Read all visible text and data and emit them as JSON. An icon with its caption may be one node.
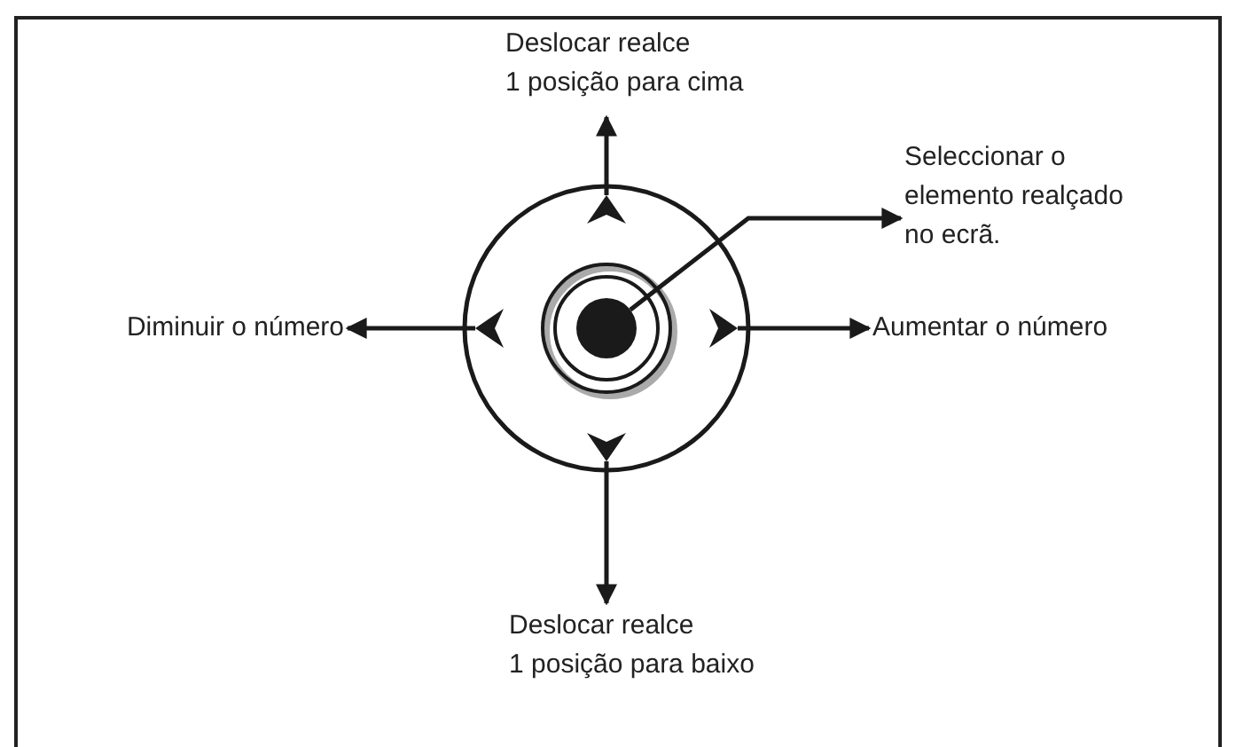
{
  "diagram": {
    "nodes": [
      {
        "text": [
          "Deslocar realce",
          "1 posição para cima"
        ]
      },
      {
        "text": [
          "Seleccionar o elemento realçado no ecrã."
        ]
      },
      {
        "text": [
          "Diminuir o número"
        ]
      },
      {
        "text": [
          "Aumentar o número"
        ]
      },
      {
        "text": [
          "Deslocar realce",
          "1 posição para baixo"
        ]
      },
      {
        "text": [],
        "shape": "triangle"
      },
      {
        "text": [],
        "shape": "triangle"
      },
      {
        "text": [],
        "shape": "circle"
      },
      {
        "text": [],
        "shape": "triangle"
      },
      {
        "text": [],
        "shape": "triangle"
      }
    ],
    "edges": [
      {
        "from": 5,
        "to": 0,
        "arrow": "to"
      },
      {
        "from": 7,
        "to": 1,
        "arrow": "to"
      },
      {
        "from": 6,
        "to": 2,
        "arrow": "to"
      },
      {
        "from": 8,
        "to": 3,
        "arrow": "to"
      },
      {
        "from": 9,
        "to": 4,
        "arrow": "to"
      }
    ]
  }
}
